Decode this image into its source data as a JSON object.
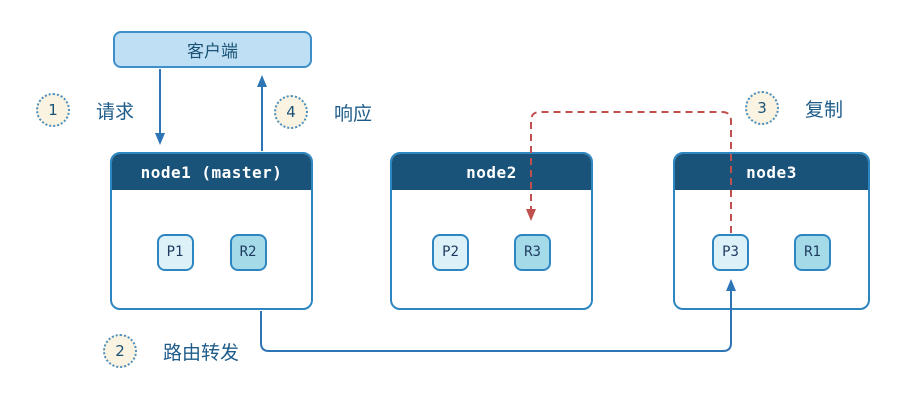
{
  "diagram": {
    "client": {
      "label": "客户端"
    },
    "nodes": [
      {
        "title": "node1 (master)",
        "shards": [
          {
            "label": "P1",
            "type": "primary"
          },
          {
            "label": "R2",
            "type": "replica"
          }
        ]
      },
      {
        "title": "node2",
        "shards": [
          {
            "label": "P2",
            "type": "primary"
          },
          {
            "label": "R3",
            "type": "replica"
          }
        ]
      },
      {
        "title": "node3",
        "shards": [
          {
            "label": "P3",
            "type": "primary"
          },
          {
            "label": "R1",
            "type": "replica"
          }
        ]
      }
    ],
    "steps": [
      {
        "number": "1",
        "label": "请求"
      },
      {
        "number": "2",
        "label": "路由转发"
      },
      {
        "number": "3",
        "label": "复制"
      },
      {
        "number": "4",
        "label": "响应"
      }
    ],
    "connections": [
      {
        "name": "request",
        "from": "client",
        "to": "node1",
        "style": "solid-blue"
      },
      {
        "name": "route-forward",
        "from": "node1",
        "to": "node3.P3",
        "style": "solid-blue"
      },
      {
        "name": "replicate",
        "from": "node3.P3",
        "to": "node2.R3",
        "style": "dashed-red"
      },
      {
        "name": "response",
        "from": "node1",
        "to": "client",
        "style": "solid-blue"
      }
    ],
    "colors": {
      "node_header": "#1a5379",
      "node_border": "#2e86c1",
      "client_fill": "#bfe0f4",
      "client_border": "#3e8ec9",
      "primary_shard_fill": "#dcf1f8",
      "replica_shard_fill": "#a5dbe8",
      "arrow_blue": "#2e75b6",
      "arrow_red": "#c0504d",
      "badge_fill": "#faf3e1",
      "badge_border": "#4a8fc0",
      "label_text": "#1e5c8a"
    }
  }
}
